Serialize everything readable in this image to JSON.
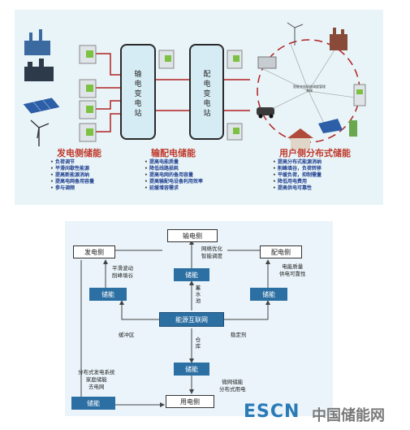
{
  "top": {
    "station1": "输电变电站",
    "station2": "配电变电站",
    "center_label": "智能充电网络调度管理系统",
    "gen_side": {
      "title": "发电侧储能",
      "items": [
        "负荷调节",
        "平滑间歇性能源",
        "提高新能源消纳",
        "提高电网备用容量",
        "参与调频"
      ]
    },
    "trans_side": {
      "title": "输配电储能",
      "items": [
        "提高电能质量",
        "降低线路损耗",
        "提高电网的备用容量",
        "提高输配电设备利用效率",
        "延缓增容需求"
      ]
    },
    "user_side": {
      "title": "用户侧分布式储能",
      "items": [
        "提高分布式能源消纳",
        "削峰填谷，负荷转移",
        "平缓负荷，抑制需量",
        "降低用电费用",
        "提高供电可靠性"
      ]
    }
  },
  "bottom": {
    "gen": "发电侧",
    "trans": "输电侧",
    "dist": "配电侧",
    "user": "用电侧",
    "storage": "储能",
    "network": "能源互联网",
    "labels": {
      "smooth": "平滑波动\n削峰填谷",
      "optimize": "网络优化\n智能调度",
      "quality": "电能质量\n供电可靠性",
      "reservoir": "蓄水池",
      "buffer": "缓冲区",
      "stabilizer": "稳定剂",
      "warehouse": "仓库",
      "distributed": "分布式发电系统\n家庭储能\n去电网",
      "microgrid": "微网储能\n分布式用电"
    }
  },
  "watermark": {
    "latin": "ESCN",
    "cn": "中国储能网"
  },
  "colors": {
    "title_red": "#c0392b",
    "bullet_blue": "#1f3f8f",
    "storage_blue": "#2c6fa3",
    "line_red": "#b22222",
    "watermark_blue": "#2a7ab8",
    "watermark_gray": "#7a7a7a"
  }
}
